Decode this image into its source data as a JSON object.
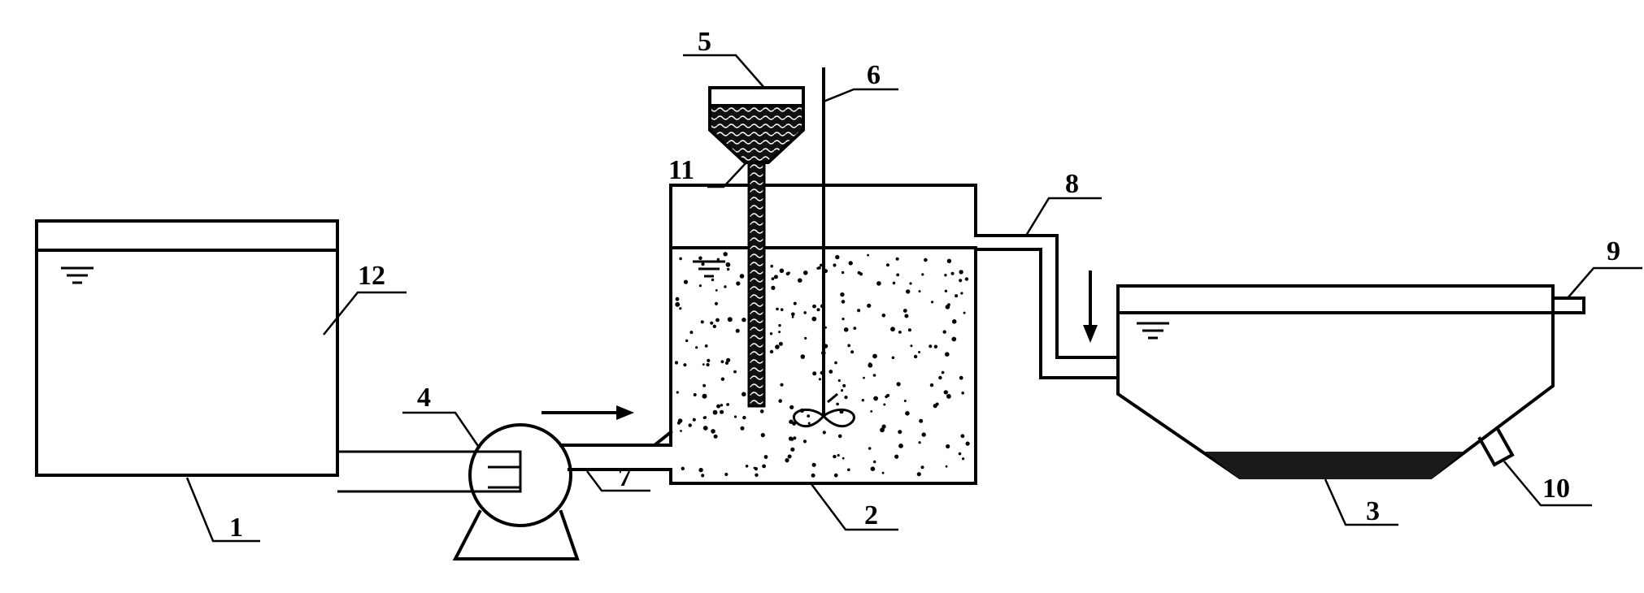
{
  "labels": {
    "n1": "1",
    "n2": "2",
    "n3": "3",
    "n4": "4",
    "n5": "5",
    "n6": "6",
    "n7": "7",
    "n8": "8",
    "n9": "9",
    "n10": "10",
    "n11": "11",
    "n12": "12"
  },
  "colors": {
    "ink": "#000000",
    "background": "#ffffff",
    "sludge": "#1a1a1a"
  }
}
